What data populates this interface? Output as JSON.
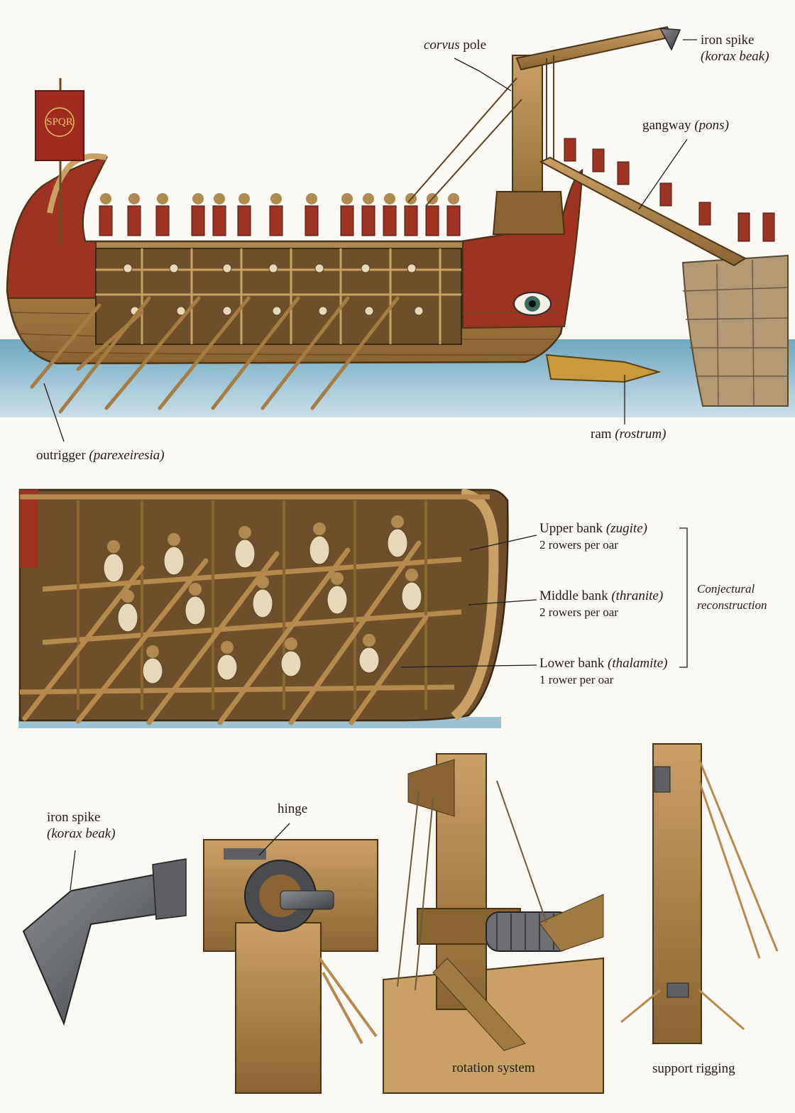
{
  "banner": {
    "text": "SPQR"
  },
  "labels": {
    "corvus_pole": {
      "term": "corvus",
      "rest": "pole"
    },
    "iron_spike": {
      "line1": "iron spike",
      "line2": "(korax beak)"
    },
    "gangway": {
      "main": "gangway",
      "term": "(pons)"
    },
    "outrigger": {
      "main": "outrigger",
      "term": "(parexeiresia)"
    },
    "ram": {
      "main": "ram",
      "term": "(rostrum)"
    },
    "upper_bank": {
      "main": "Upper bank",
      "term": "(zugite)",
      "note": "2 rowers per oar"
    },
    "middle_bank": {
      "main": "Middle bank",
      "term": "(thranite)",
      "note": "2 rowers per oar"
    },
    "lower_bank": {
      "main": "Lower bank",
      "term": "(thalamite)",
      "note": "1 rower per oar"
    },
    "conjectural": {
      "line1": "Conjectural",
      "line2": "reconstruction"
    },
    "detail_spike": {
      "line1": "iron spike",
      "line2": "(korax beak)"
    },
    "hinge": "hinge",
    "rotation": "rotation system",
    "rigging": "support rigging"
  },
  "colors": {
    "hull_red": "#9e3324",
    "wood": "#b58a4f",
    "water": "#7fb3c9",
    "iron": "#5d5f63"
  }
}
